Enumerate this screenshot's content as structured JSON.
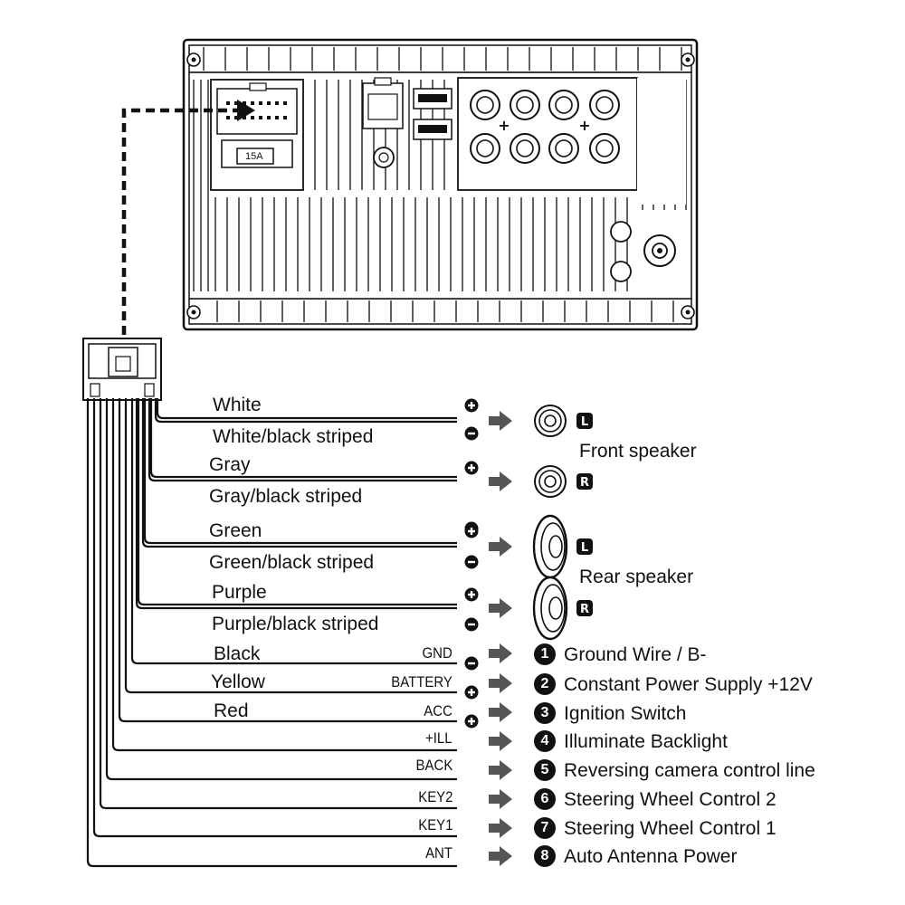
{
  "fuse_label": "15A",
  "wires": [
    {
      "color_label": "White"
    },
    {
      "color_label": "White/black striped"
    },
    {
      "color_label": "Gray"
    },
    {
      "color_label": "Gray/black striped"
    },
    {
      "color_label": "Green"
    },
    {
      "color_label": "Green/black striped"
    },
    {
      "color_label": "Purple"
    },
    {
      "color_label": "Purple/black striped"
    },
    {
      "color_label": "Black",
      "pin": "GND",
      "polarity": "-",
      "number": "1",
      "function": "Ground Wire / B-"
    },
    {
      "color_label": "Yellow",
      "pin": "BATTERY",
      "polarity": "+",
      "number": "2",
      "function": "Constant Power Supply +12V"
    },
    {
      "color_label": "Red",
      "pin": "ACC",
      "polarity": "+",
      "number": "3",
      "function": "Ignition Switch"
    },
    {
      "pin": "+ILL",
      "number": "4",
      "function": "Illuminate Backlight"
    },
    {
      "pin": "BACK",
      "number": "5",
      "function": "Reversing camera control line"
    },
    {
      "pin": "KEY2",
      "number": "6",
      "function": "Steering Wheel Control 2"
    },
    {
      "pin": "KEY1",
      "number": "7",
      "function": "Steering Wheel Control 1"
    },
    {
      "pin": "ANT",
      "number": "8",
      "function": "Auto  Antenna Power"
    }
  ],
  "speakers": [
    {
      "group": "Front speaker",
      "channels": [
        "L",
        "R"
      ]
    },
    {
      "group": "Rear speaker",
      "channels": [
        "L",
        "R"
      ]
    }
  ],
  "colors": {
    "line": "#111111",
    "panel": "#ffffff",
    "arrow": "#555555",
    "badge": "#111111"
  }
}
